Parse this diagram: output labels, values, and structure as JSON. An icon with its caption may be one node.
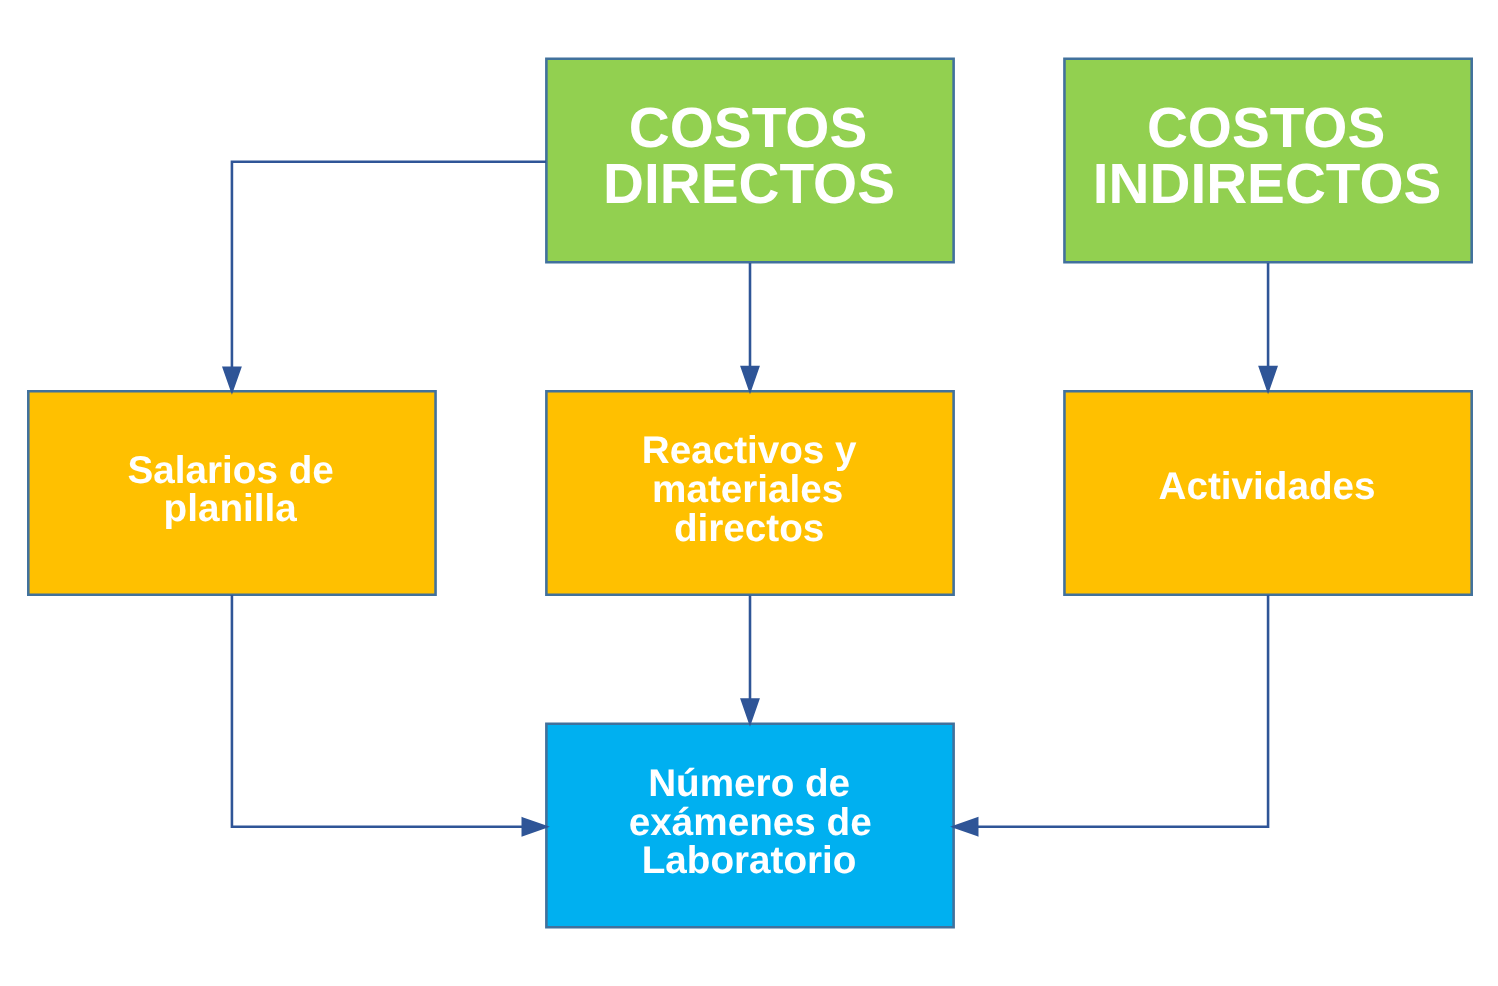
{
  "diagram": {
    "nodes": [
      {
        "text": [
          "COSTOS DIRECTOS"
        ]
      },
      {
        "text": [
          "COSTOS INDIRECTOS"
        ]
      },
      {
        "text": [
          "Salarios de planilla"
        ]
      },
      {
        "text": [
          "Reactivos y materiales directos"
        ]
      },
      {
        "text": [
          "Actividades"
        ]
      },
      {
        "text": [
          "Número de exámenes de Laboratorio"
        ]
      }
    ],
    "edges": [
      {
        "from": 0,
        "to": 2,
        "arrow": "to"
      },
      {
        "from": 0,
        "to": 3,
        "arrow": "to"
      },
      {
        "from": 1,
        "to": 4,
        "arrow": "to"
      },
      {
        "from": 2,
        "to": 5,
        "arrow": "to"
      },
      {
        "from": 3,
        "to": 5,
        "arrow": "to"
      },
      {
        "from": 4,
        "to": 5,
        "arrow": "to"
      }
    ]
  }
}
